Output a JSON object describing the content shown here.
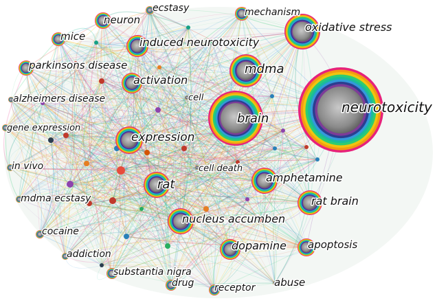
{
  "nodes": [
    {
      "id": "neurotoxicity",
      "label": "neurotoxicity",
      "size": 10
    },
    {
      "id": "brain",
      "label": "brain",
      "size": 7
    },
    {
      "id": "oxidative-stress",
      "label": "oxidative stress",
      "size": 5
    },
    {
      "id": "mdma",
      "label": "mdma",
      "size": 5
    },
    {
      "id": "expression",
      "label": "expression",
      "size": 5
    },
    {
      "id": "amphetamine",
      "label": "amphetamine",
      "size": 4
    },
    {
      "id": "nucleus-accumben",
      "label": "nucleus accumben",
      "size": 4
    },
    {
      "id": "rat",
      "label": "rat",
      "size": 4
    },
    {
      "id": "rat-brain",
      "label": "rat brain",
      "size": 4
    },
    {
      "id": "induced-neurotoxicity",
      "label": "induced neurotoxicity",
      "size": 3
    },
    {
      "id": "activation",
      "label": "activation",
      "size": 3
    },
    {
      "id": "dopamine",
      "label": "dopamine",
      "size": 3
    },
    {
      "id": "apoptosis",
      "label": "apoptosis",
      "size": 3
    },
    {
      "id": "neuron",
      "label": "neuron",
      "size": 3
    },
    {
      "id": "mechanism",
      "label": "mechanism",
      "size": 2
    },
    {
      "id": "parkinsons-disease",
      "label": "parkinsons disease",
      "size": 2
    },
    {
      "id": "mice",
      "label": "mice",
      "size": 2
    },
    {
      "id": "ecstasy",
      "label": "ecstasy",
      "size": 1
    },
    {
      "id": "substantia-nigra",
      "label": "substantia nigra",
      "size": 2
    },
    {
      "id": "receptor",
      "label": "receptor",
      "size": 2
    },
    {
      "id": "drug",
      "label": "drug",
      "size": 2
    },
    {
      "id": "cocaine",
      "label": "cocaine",
      "size": 1
    },
    {
      "id": "addiction",
      "label": "addiction",
      "size": 1
    },
    {
      "id": "mdma-ecstasy",
      "label": "mdma ecstasy",
      "size": 1
    },
    {
      "id": "in-vivo",
      "label": "in vivo",
      "size": 1
    },
    {
      "id": "gene-expression",
      "label": "gene expression",
      "size": 1
    },
    {
      "id": "alzheimers-disease",
      "label": "alzheimers disease",
      "size": 1
    },
    {
      "id": "cell",
      "label": "cell",
      "size": 1
    },
    {
      "id": "cell-death",
      "label": "cell death",
      "size": 1
    },
    {
      "id": "abuse",
      "label": "abuse",
      "size": 1
    }
  ]
}
